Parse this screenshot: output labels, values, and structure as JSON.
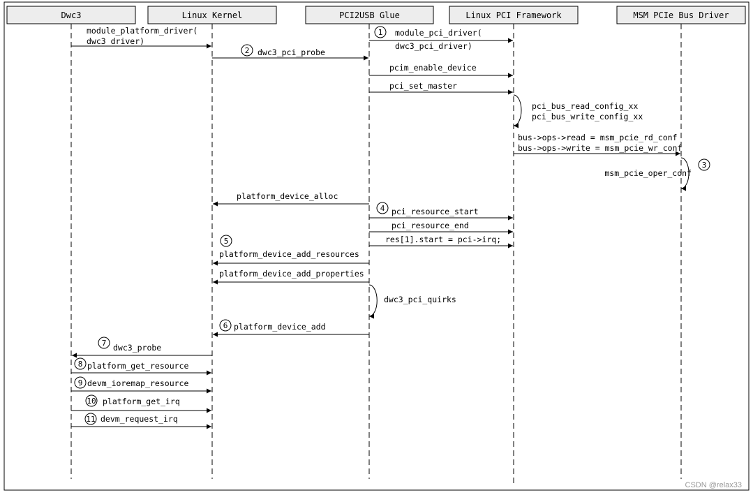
{
  "lifelines": [
    {
      "id": "dwc3",
      "label": "Dwc3"
    },
    {
      "id": "kernel",
      "label": "Linux Kernel"
    },
    {
      "id": "glue",
      "label": "PCI2USB Glue"
    },
    {
      "id": "pcifw",
      "label": "Linux PCI Framework"
    },
    {
      "id": "msm",
      "label": "MSM PCIe Bus Driver"
    }
  ],
  "messages": [
    {
      "from": "dwc3",
      "to": "kernel",
      "lines": [
        "module_platform_driver(",
        "dwc3_driver)"
      ],
      "step": ""
    },
    {
      "from": "glue",
      "to": "pcifw",
      "lines": [
        "module_pci_driver(",
        "dwc3_pci_driver)"
      ],
      "step": "1"
    },
    {
      "from": "kernel",
      "to": "glue",
      "lines": [
        "dwc3_pci_probe"
      ],
      "step": "2"
    },
    {
      "from": "glue",
      "to": "pcifw",
      "lines": [
        "pcim_enable_device"
      ],
      "step": ""
    },
    {
      "from": "glue",
      "to": "pcifw",
      "lines": [
        "pci_set_master"
      ],
      "step": ""
    },
    {
      "from": "pcifw",
      "to": "pcifw",
      "lines": [
        "pci_bus_read_config_xx",
        "pci_bus_write_config_xx"
      ],
      "step": ""
    },
    {
      "from": "pcifw",
      "to": "msm",
      "lines": [
        "bus->ops->read = msm_pcie_rd_conf",
        "bus->ops->write = msm_pcie_wr_conf"
      ],
      "step": ""
    },
    {
      "from": "msm",
      "to": "msm",
      "lines": [
        "msm_pcie_oper_conf"
      ],
      "step": "3"
    },
    {
      "from": "glue",
      "to": "kernel",
      "lines": [
        "platform_device_alloc"
      ],
      "step": ""
    },
    {
      "from": "glue",
      "to": "pcifw",
      "lines": [
        "pci_resource_start"
      ],
      "step": "4"
    },
    {
      "from": "glue",
      "to": "pcifw",
      "lines": [
        "pci_resource_end"
      ],
      "step": ""
    },
    {
      "from": "glue",
      "to": "pcifw",
      "lines": [
        "res[1].start = pci->irq;"
      ],
      "step": ""
    },
    {
      "from": "glue",
      "to": "kernel",
      "lines": [
        "platform_device_add_resources"
      ],
      "step": "5"
    },
    {
      "from": "glue",
      "to": "kernel",
      "lines": [
        "platform_device_add_properties"
      ],
      "step": ""
    },
    {
      "from": "glue",
      "to": "glue",
      "lines": [
        "dwc3_pci_quirks"
      ],
      "step": ""
    },
    {
      "from": "glue",
      "to": "kernel",
      "lines": [
        "platform_device_add"
      ],
      "step": "6"
    },
    {
      "from": "kernel",
      "to": "dwc3",
      "lines": [
        "dwc3_probe"
      ],
      "step": "7"
    },
    {
      "from": "dwc3",
      "to": "kernel",
      "lines": [
        "platform_get_resource"
      ],
      "step": "8"
    },
    {
      "from": "dwc3",
      "to": "kernel",
      "lines": [
        "devm_ioremap_resource"
      ],
      "step": "9"
    },
    {
      "from": "dwc3",
      "to": "kernel",
      "lines": [
        "platform_get_irq"
      ],
      "step": "10"
    },
    {
      "from": "dwc3",
      "to": "kernel",
      "lines": [
        "devm_request_irq"
      ],
      "step": "11"
    }
  ],
  "watermark": "CSDN @relax33"
}
